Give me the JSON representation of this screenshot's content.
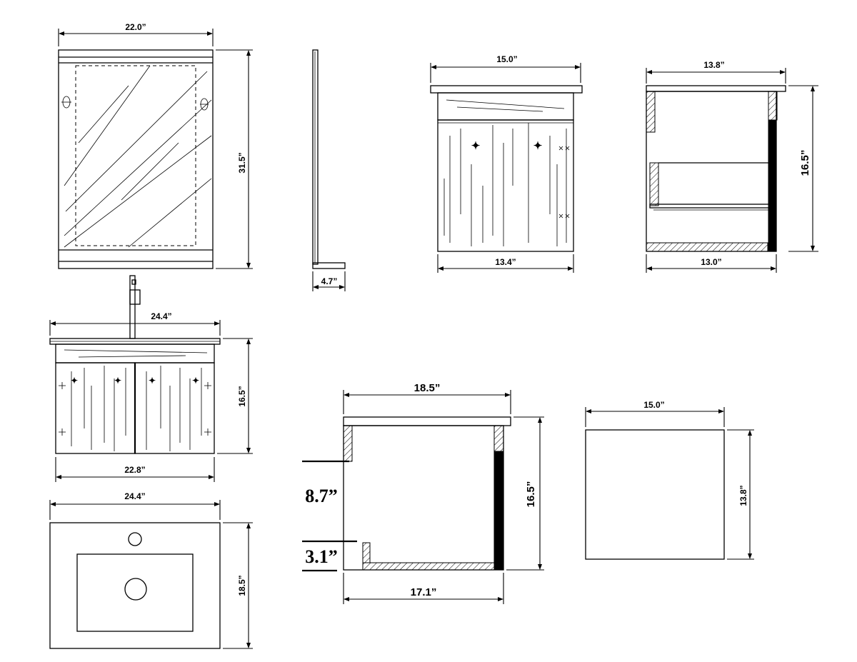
{
  "mirror": {
    "width_label": "22.0”",
    "height_label": "31.5”"
  },
  "mirror_side": {
    "depth_label": "4.7”"
  },
  "vanity_front_small": {
    "top_label": "15.0”",
    "bottom_label": "13.4”"
  },
  "vanity_side_small": {
    "top_label": "13.8”",
    "height_label": "16.5”",
    "bottom_label": "13.0”"
  },
  "vanity_front": {
    "top_label": "24.4”",
    "height_label": "16.5”",
    "bottom_label": "22.8”"
  },
  "sink_top": {
    "width_label": "24.4”",
    "depth_label": "18.5”"
  },
  "vanity_section": {
    "top_label": "18.5”",
    "height_label": "16.5”",
    "bottom_label": "17.1”",
    "upper_gap_label": "8.7”",
    "lower_gap_label": "3.1”"
  },
  "top_plan": {
    "width_label": "15.0”",
    "depth_label": "13.8”"
  },
  "colors": {
    "line": "#000000",
    "background": "#ffffff"
  }
}
